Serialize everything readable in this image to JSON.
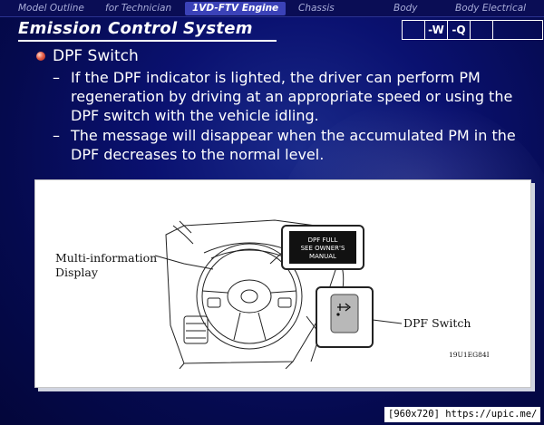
{
  "nav": {
    "tabs": [
      {
        "label": "Model Outline",
        "active": false
      },
      {
        "label": "for Technician",
        "active": false
      },
      {
        "label": "1VD-FTV Engine",
        "active": true
      },
      {
        "label": "Chassis",
        "active": false
      },
      {
        "label": "Body",
        "active": false
      },
      {
        "label": "Body Electrical",
        "active": false
      }
    ]
  },
  "header": {
    "title": "Emission Control System",
    "model_boxes": [
      "",
      "-W",
      "-Q",
      "",
      ""
    ]
  },
  "content": {
    "bullet": "DPF Switch",
    "sub_items": [
      "If the DPF indicator is lighted, the driver can perform PM regeneration by driving at an appropriate speed or using the DPF switch with the vehicle idling.",
      "The message will disappear when the accumulated PM in the DPF decreases to the normal level."
    ]
  },
  "figure": {
    "label_mid_line1": "Multi-information",
    "label_mid_line2": "Display",
    "label_switch": "DPF Switch",
    "display_line1": "DPF FULL",
    "display_line2": "SEE OWNER'S",
    "display_line3": "MANUAL",
    "code": "19U1EG84I"
  },
  "watermark": "[960x720] https://upic.me/",
  "colors": {
    "background": "#0a1170",
    "nav_active": "#3b42b8",
    "text": "#ffffff",
    "bullet": "#e8604a"
  }
}
